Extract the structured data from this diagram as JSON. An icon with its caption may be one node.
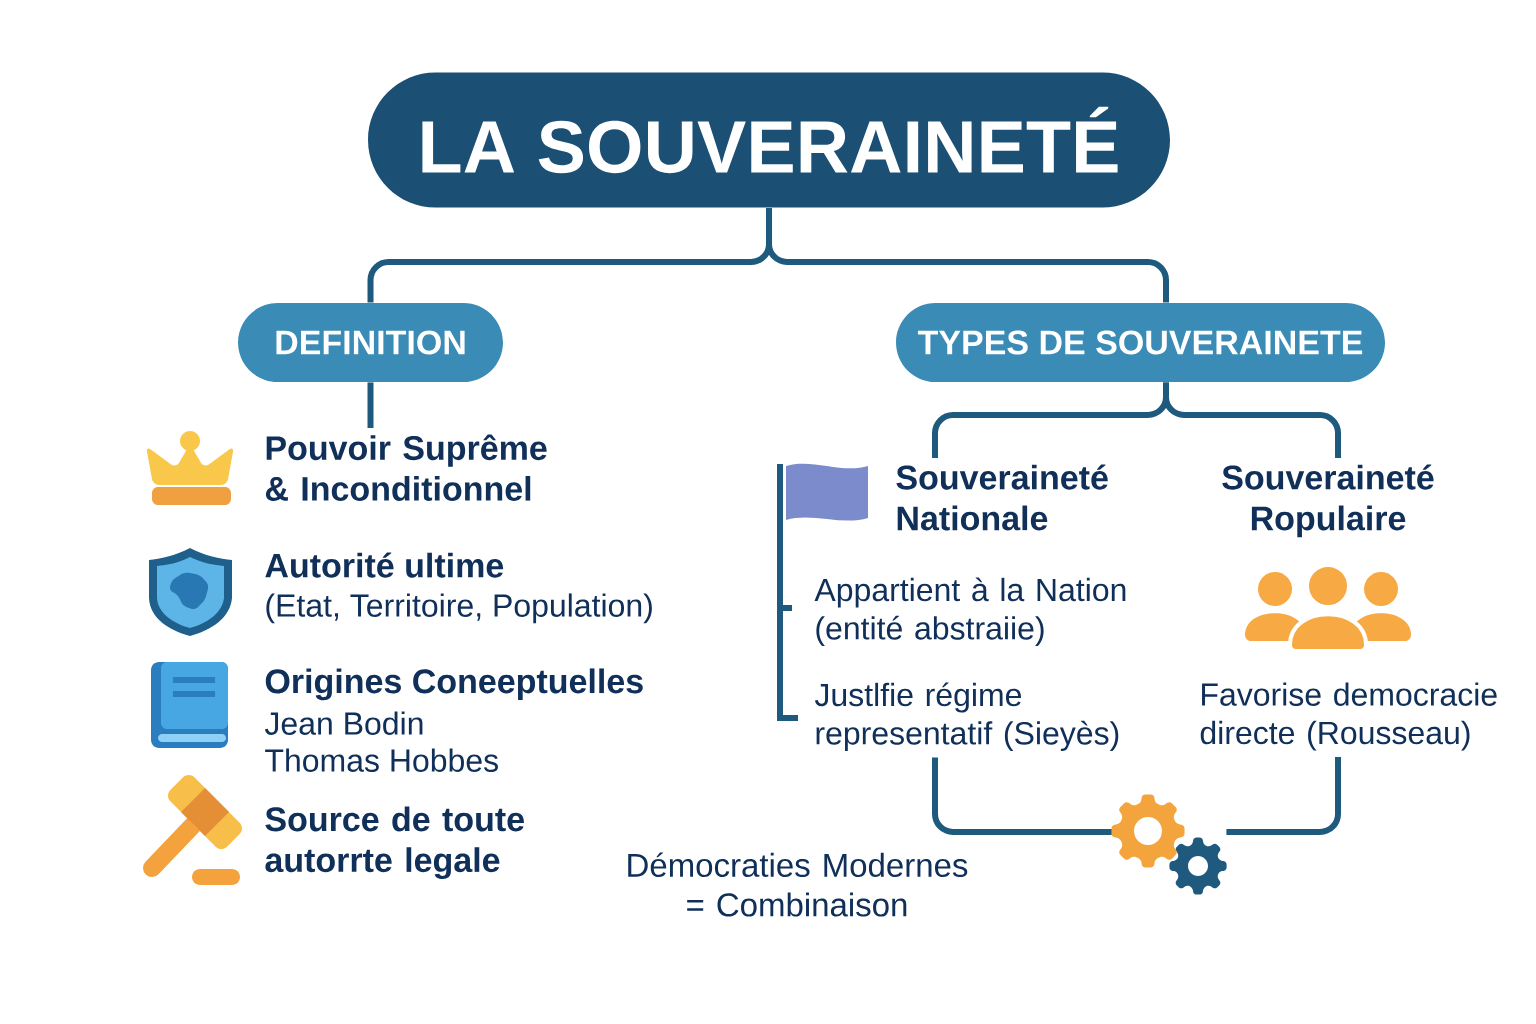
{
  "diagram": {
    "nodes": [
      {
        "text": [
          "LA SOUVERAINETÉ"
        ]
      },
      {
        "text": [
          "DEFINITION"
        ]
      },
      {
        "text": [
          "TYPES DE SOUVERAINETE"
        ]
      },
      {
        "text": [
          "Pouvoir Suprême & Inconditionnel"
        ]
      },
      {
        "text": [
          "Souveraineté Nationale"
        ]
      },
      {
        "text": [
          "Souveraineté Ropulaire"
        ]
      },
      {
        "text": [
          "Justlfie régime representatif (Sieyès)"
        ]
      },
      {
        "text": [
          "Favorise democracie directe (Rousseau)"
        ]
      },
      {
        "text": [],
        "shape": "gear"
      }
    ],
    "edges": [
      {
        "from": 0,
        "to": 1,
        "arrow": "none"
      },
      {
        "from": 0,
        "to": 2,
        "arrow": "none"
      },
      {
        "from": 1,
        "to": 3,
        "arrow": "none"
      },
      {
        "from": 2,
        "to": 4,
        "arrow": "none"
      },
      {
        "from": 2,
        "to": 5,
        "arrow": "none"
      },
      {
        "from": 6,
        "to": 8,
        "arrow": "none"
      },
      {
        "from": 7,
        "to": 8,
        "arrow": "none"
      }
    ],
    "labels": [
      "Autorité ultime",
      "(Etat, Territoire, Population)",
      "Origines Coneeptuelles",
      "Jean Bodin",
      "Thomas Hobbes",
      "Source de toute autorrte legale",
      "Appartient à la Nation (entité abstraiie)",
      "Démocraties Modernes = Combinaison"
    ]
  }
}
